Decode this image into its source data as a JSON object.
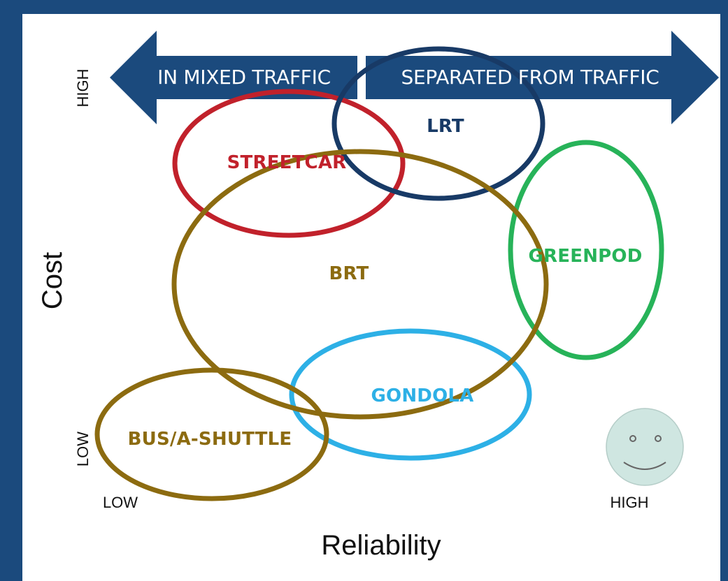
{
  "arrow": {
    "left_label": "IN MIXED TRAFFIC",
    "right_label": "SEPARATED FROM TRAFFIC",
    "color": "#1b4a7d"
  },
  "modes": [
    {
      "name": "STREETCAR",
      "color": "#c1212b"
    },
    {
      "name": "LRT",
      "color": "#183a66"
    },
    {
      "name": "GREENPOD",
      "color": "#27b359"
    },
    {
      "name": "BRT",
      "color": "#8c6b10"
    },
    {
      "name": "GONDOLA",
      "color": "#2db0e6"
    },
    {
      "name": "BUS/A-SHUTTLE",
      "color": "#8c6b10"
    }
  ],
  "axes": {
    "y_title": "Cost",
    "y_high": "HIGH",
    "y_low": "LOW",
    "x_title": "Reliability",
    "x_low": "LOW",
    "x_high": "HIGH"
  },
  "icons": {
    "smiley": "smiley-face-icon",
    "smiley_color": "#cfe6e1"
  }
}
